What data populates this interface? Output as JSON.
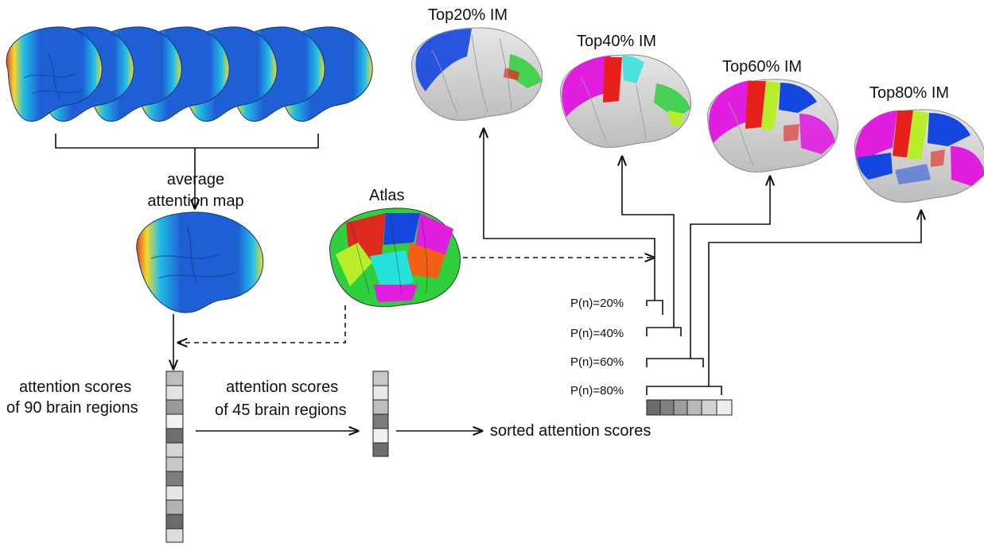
{
  "labels": {
    "average_line1": "average",
    "average_line2": "attention map",
    "atlas": "Atlas",
    "scores90_line1": "attention scores",
    "scores90_line2": "of 90 brain regions",
    "scores45_line1": "attention scores",
    "scores45_line2": "of 45 brain regions",
    "sorted": "sorted attention scores"
  },
  "top_panels": [
    {
      "label": "Top20% IM"
    },
    {
      "label": "Top40% IM"
    },
    {
      "label": "Top60% IM"
    },
    {
      "label": "Top80% IM"
    }
  ],
  "thresholds": [
    {
      "label": "P(n)=20%"
    },
    {
      "label": "P(n)=40%"
    },
    {
      "label": "P(n)=60%"
    },
    {
      "label": "P(n)=80%"
    }
  ],
  "colors": {
    "brain_gray": "#d4d4d4",
    "attention_blue": "#1f5fd6",
    "attention_cyan": "#22c0e6",
    "attention_yellow": "#f4d92c",
    "attention_red": "#e2461d",
    "atlas_red": "#e8201c",
    "atlas_blue": "#1446e0",
    "atlas_magenta": "#e11de0",
    "atlas_green": "#2ed13d",
    "atlas_yellowgreen": "#b9ef2a",
    "atlas_orange": "#f35f13",
    "atlas_cyan": "#25e2dc"
  }
}
